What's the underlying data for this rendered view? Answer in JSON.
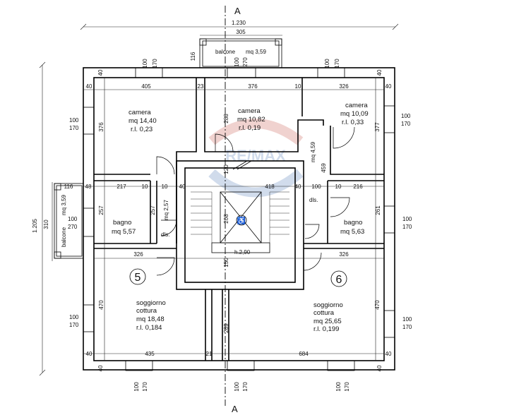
{
  "section": {
    "top": "A",
    "bottom": "A"
  },
  "overall": {
    "width": "1.230",
    "height": "1.205",
    "top_balcony_width": "305"
  },
  "units": {
    "left": "5",
    "right": "6"
  },
  "rooms": [
    {
      "id": "camera-left",
      "name": "camera",
      "area": "mq 14,40",
      "ratio": "r.l. 0,23"
    },
    {
      "id": "camera-center",
      "name": "camera",
      "area": "mq 10,82",
      "ratio": "r.l. 0,19"
    },
    {
      "id": "camera-right",
      "name": "camera",
      "area": "mq 10,09",
      "ratio": "r.l. 0,33"
    },
    {
      "id": "bagno-left",
      "name": "bagno",
      "area": "mq 5,57"
    },
    {
      "id": "bagno-right",
      "name": "bagno",
      "area": "mq 5,63"
    },
    {
      "id": "soggiorno-left",
      "name": "soggiorno",
      "name2": "cottura",
      "area": "mq 18,48",
      "ratio": "r.l. 0,184"
    },
    {
      "id": "soggiorno-right",
      "name": "soggiorno",
      "name2": "cottura",
      "area": "mq 25,65",
      "ratio": "r.l. 0,199"
    }
  ],
  "small_labels": {
    "balcone_top": "balcone",
    "balcone_top_area": "mq 3,59",
    "balcone_left": "balcone",
    "balcone_left_area": "mq 3,59",
    "dls_left": "dls.",
    "dls_right": "dls.",
    "corridor_area": "mq 4,59",
    "lift_area": "mq 2,57",
    "stair_height": "h.2,90"
  },
  "dimensions": [
    {
      "id": "d1",
      "text": "405"
    },
    {
      "id": "d2",
      "text": "23"
    },
    {
      "id": "d3",
      "text": "376"
    },
    {
      "id": "d4",
      "text": "10"
    },
    {
      "id": "d5",
      "text": "326"
    },
    {
      "id": "d6",
      "text": "40"
    },
    {
      "id": "d7",
      "text": "40"
    },
    {
      "id": "d8",
      "text": "40"
    },
    {
      "id": "d9",
      "text": "40"
    },
    {
      "id": "d10",
      "text": "376"
    },
    {
      "id": "d11",
      "text": "377"
    },
    {
      "id": "d12",
      "text": "288"
    },
    {
      "id": "d13",
      "text": "217"
    },
    {
      "id": "d14",
      "text": "10"
    },
    {
      "id": "d15",
      "text": "10"
    },
    {
      "id": "d16",
      "text": "40"
    },
    {
      "id": "d17",
      "text": "418"
    },
    {
      "id": "d18",
      "text": "40"
    },
    {
      "id": "d19",
      "text": "100"
    },
    {
      "id": "d20",
      "text": "10"
    },
    {
      "id": "d21",
      "text": "216"
    },
    {
      "id": "d22",
      "text": "48"
    },
    {
      "id": "d23",
      "text": "116"
    },
    {
      "id": "d24",
      "text": "257"
    },
    {
      "id": "d25",
      "text": "257"
    },
    {
      "id": "d26",
      "text": "261"
    },
    {
      "id": "d27",
      "text": "459"
    },
    {
      "id": "d28",
      "text": "120"
    },
    {
      "id": "d29",
      "text": "208"
    },
    {
      "id": "d30",
      "text": "326"
    },
    {
      "id": "d31",
      "text": "326"
    },
    {
      "id": "d32",
      "text": "150"
    },
    {
      "id": "d33",
      "text": "470"
    },
    {
      "id": "d34",
      "text": "470"
    },
    {
      "id": "d35",
      "text": "289"
    },
    {
      "id": "d36",
      "text": "435"
    },
    {
      "id": "d37",
      "text": "21"
    },
    {
      "id": "d38",
      "text": "684"
    },
    {
      "id": "d39",
      "text": "40"
    },
    {
      "id": "d40",
      "text": "40"
    },
    {
      "id": "d41",
      "text": "40"
    },
    {
      "id": "d42",
      "text": "40"
    },
    {
      "id": "d43",
      "text": "116"
    },
    {
      "id": "d44",
      "text": "310"
    },
    {
      "id": "d45",
      "text": "100"
    },
    {
      "id": "d46",
      "text": "100"
    },
    {
      "id": "d47",
      "text": "100"
    },
    {
      "id": "d48",
      "text": "100"
    },
    {
      "id": "d49",
      "text": "40"
    },
    {
      "id": "d50",
      "text": "40"
    }
  ],
  "windows": [
    {
      "id": "wt1",
      "w": "100",
      "h": "170"
    },
    {
      "id": "wt2",
      "w": "100",
      "h": "270"
    },
    {
      "id": "wt3",
      "w": "100",
      "h": "170"
    },
    {
      "id": "wl1",
      "w": "100",
      "h": "170"
    },
    {
      "id": "wl2",
      "w": "100",
      "h": "270"
    },
    {
      "id": "wl3",
      "w": "100",
      "h": "170"
    },
    {
      "id": "wr1",
      "w": "100",
      "h": "170"
    },
    {
      "id": "wr2",
      "w": "100",
      "h": "170"
    },
    {
      "id": "wr3",
      "w": "100",
      "h": "170"
    },
    {
      "id": "wb1",
      "w": "100",
      "h": "170"
    },
    {
      "id": "wb2",
      "w": "100",
      "h": "170"
    },
    {
      "id": "wb3",
      "w": "100",
      "h": "170"
    }
  ],
  "watermark": "RE/MAX"
}
